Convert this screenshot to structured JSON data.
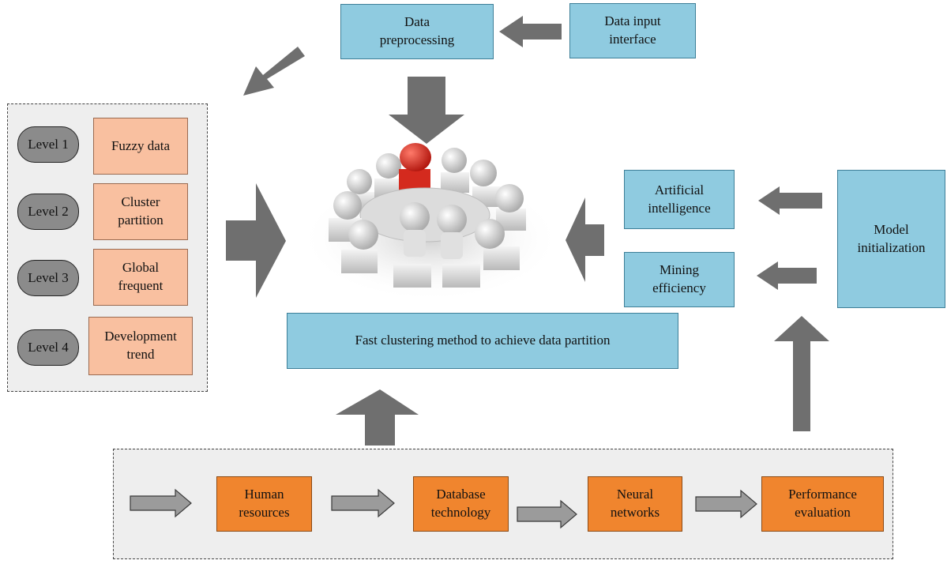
{
  "top": {
    "preprocessing": "Data\npreprocessing",
    "input_interface": "Data input\ninterface"
  },
  "levels": [
    {
      "level": "Level 1",
      "label": "Fuzzy data"
    },
    {
      "level": "Level 2",
      "label": "Cluster\npartition"
    },
    {
      "level": "Level 3",
      "label": "Global\nfrequent"
    },
    {
      "level": "Level 4",
      "label": "Development\ntrend"
    }
  ],
  "right": {
    "artificial_intelligence": "Artificial\nintelligence",
    "mining_efficiency": "Mining\nefficiency",
    "model_initialization": "Model\ninitialization"
  },
  "center": {
    "clustering": "Fast clustering method to achieve data partition"
  },
  "bottom": [
    "Human\nresources",
    "Database\ntechnology",
    "Neural\nnetworks",
    "Performance\nevaluation"
  ],
  "colors": {
    "blue_box": "#8fcbe0",
    "peach_box": "#f9c0a0",
    "orange_box": "#f0852e",
    "arrow": "#6f6f6f",
    "figure_red": "#d42a1e",
    "figure_white": "#e6e6e6"
  }
}
